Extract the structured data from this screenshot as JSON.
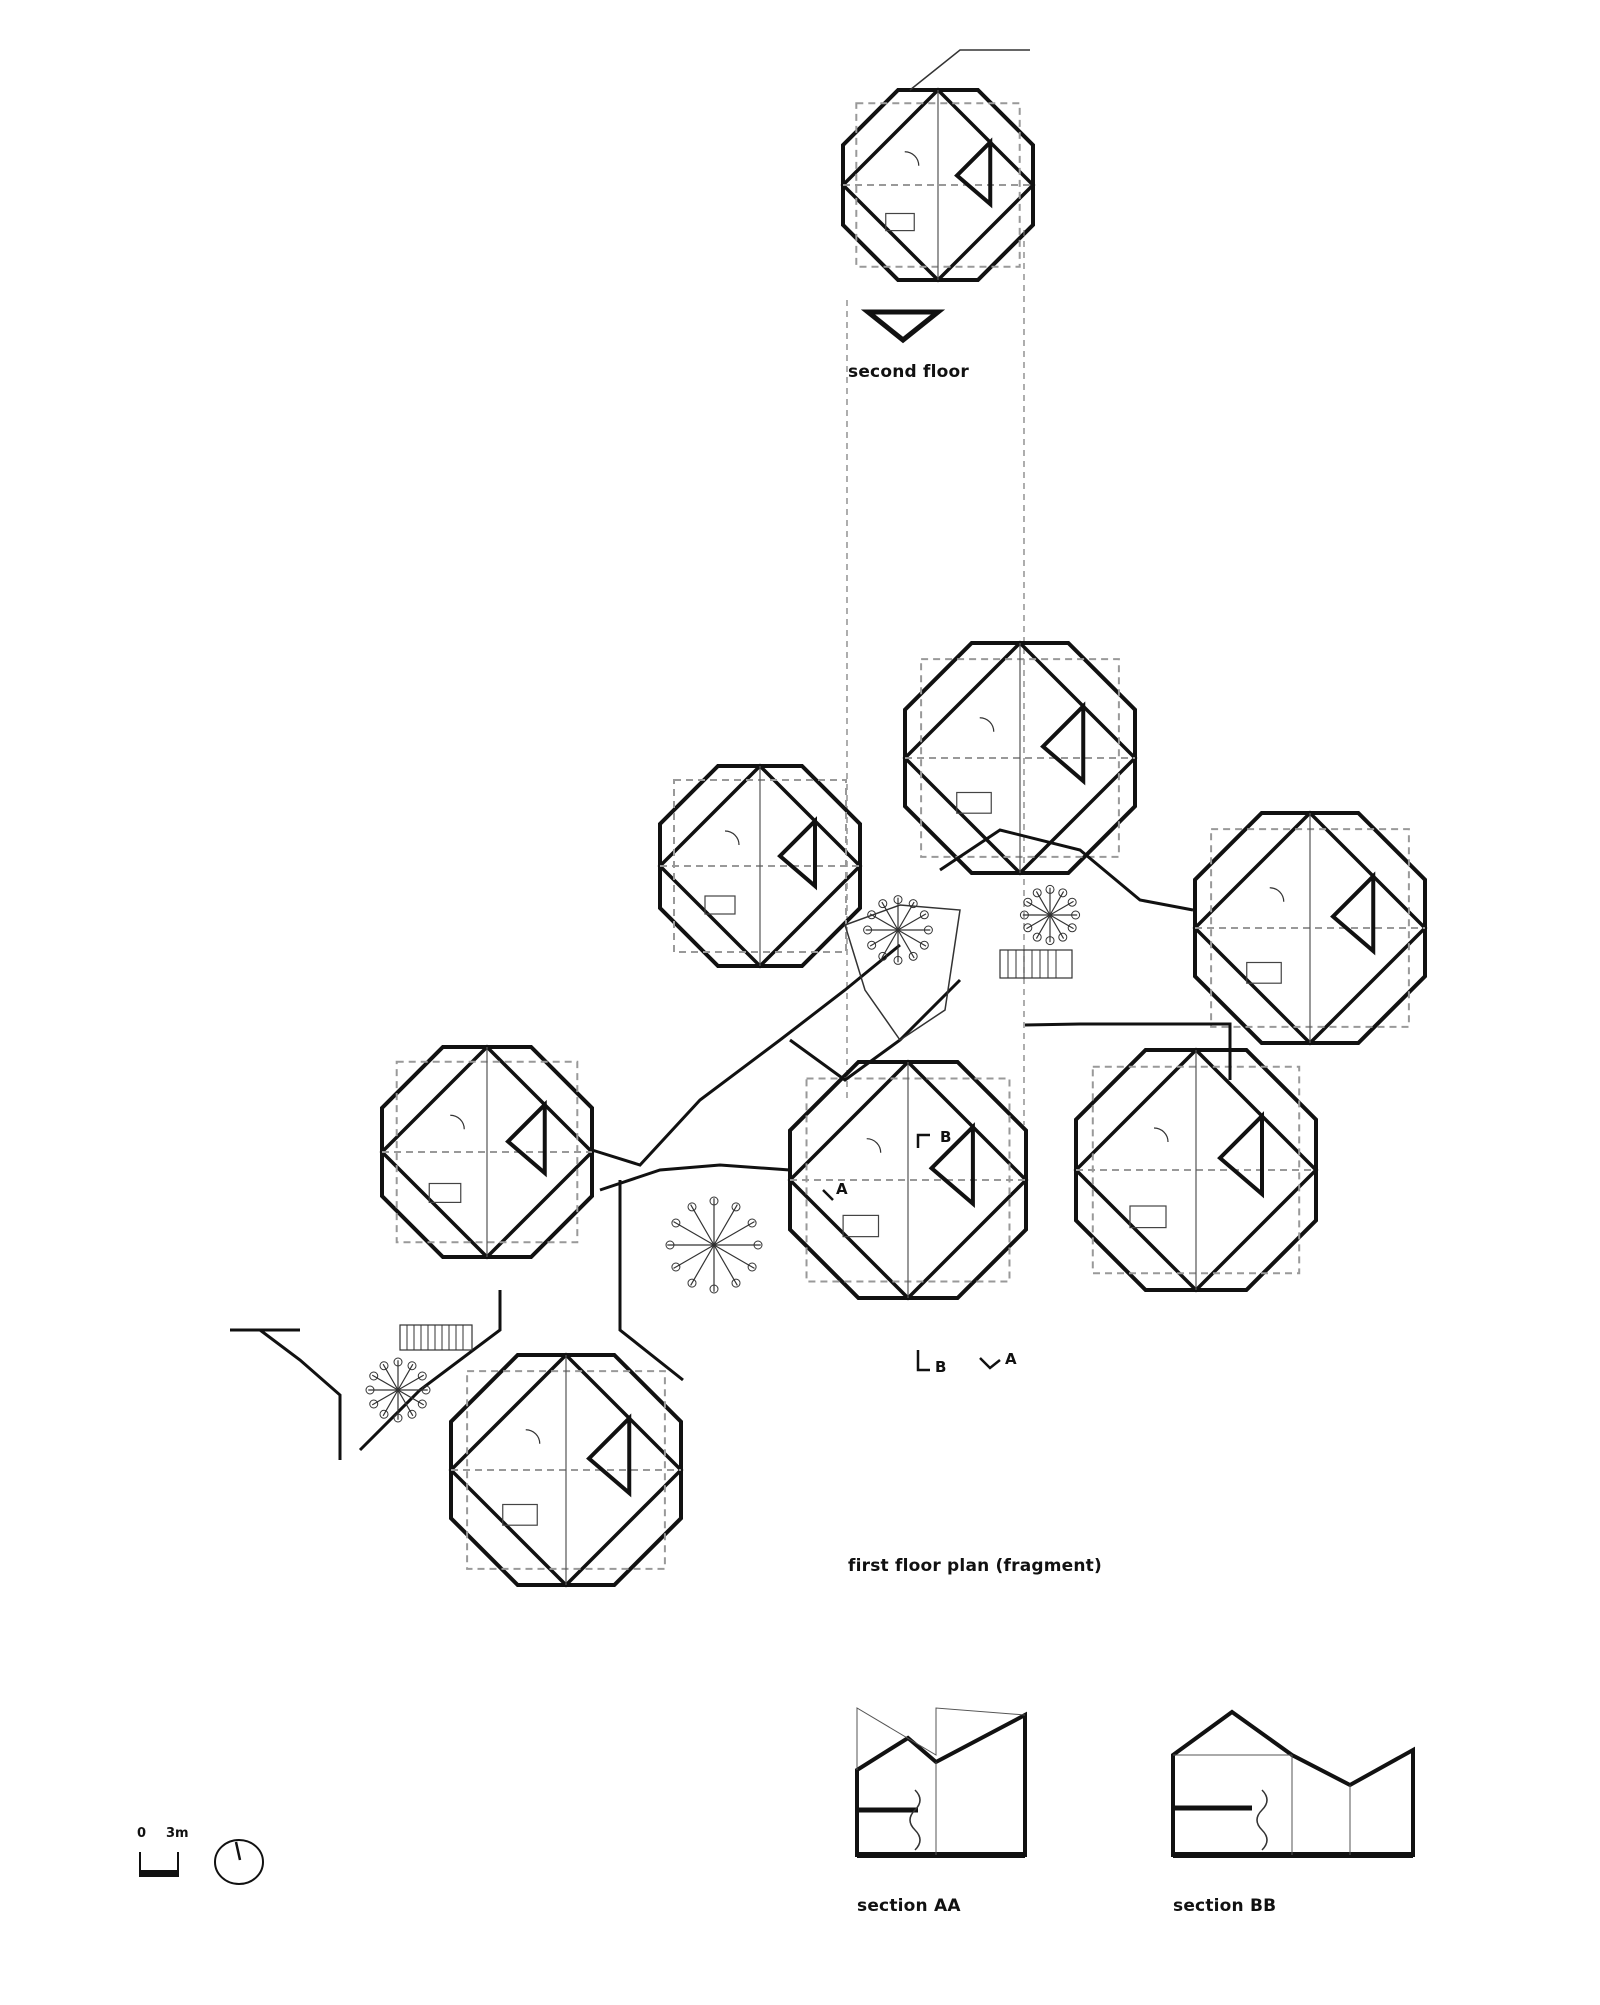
{
  "labels": {
    "second_floor": "second floor",
    "first_floor": "first floor plan (fragment)",
    "section_aa": "section AA",
    "section_bb": "section BB"
  },
  "section_markers": {
    "a_top": "A",
    "b_top": "B",
    "b_bottom": "B",
    "a_bottom": "A"
  },
  "scale_bar": {
    "start": "0",
    "end": "3m"
  },
  "icons": {
    "north": "north-arrow-circle",
    "tree": "tree-symbol"
  },
  "colors": {
    "wall": "#111111",
    "dashed": "#999999"
  }
}
